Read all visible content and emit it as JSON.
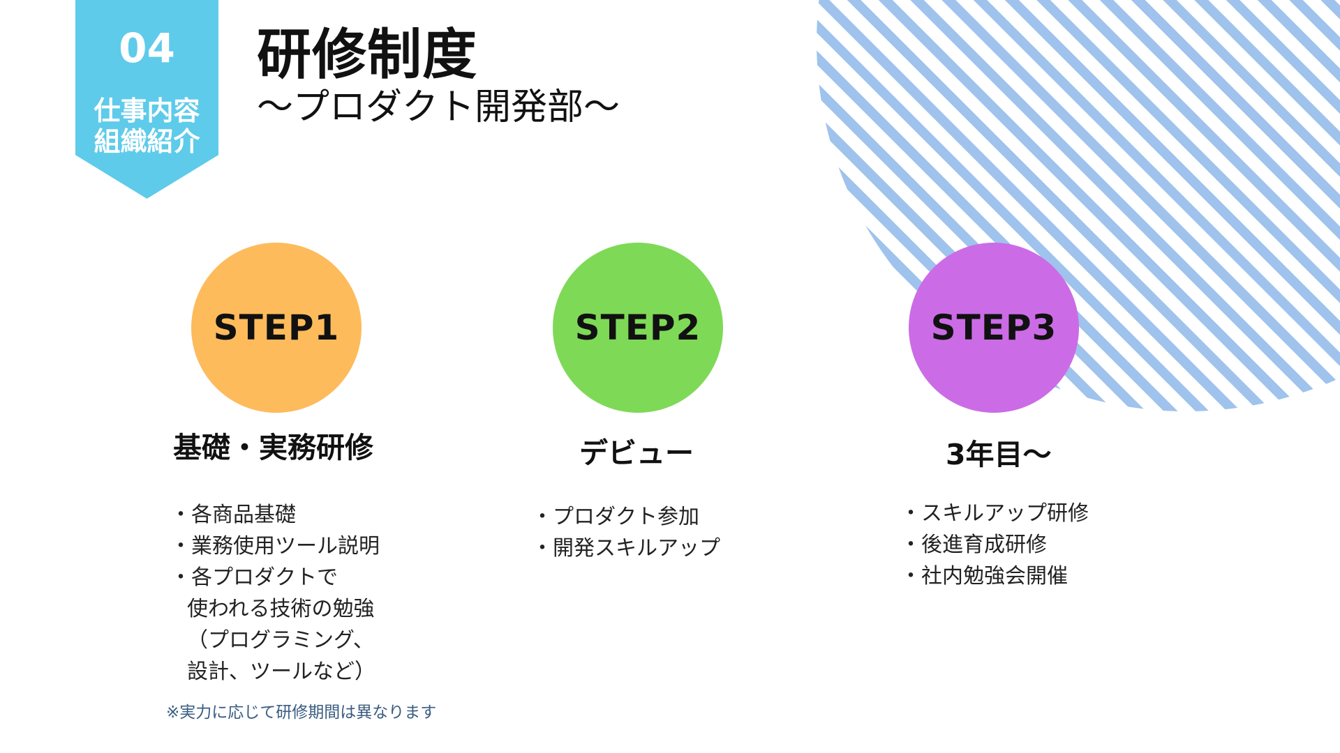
{
  "header": {
    "section_number": "04",
    "section_label_line1": "仕事内容",
    "section_label_line2": "組織紹介",
    "title": "研修制度",
    "subtitle": "～プロダクト開発部～"
  },
  "steps": [
    {
      "label": "STEP1",
      "color": "#fdbb5c",
      "title": "基礎・実務研修",
      "bullets": [
        "・各商品基礎",
        "・業務使用ツール説明",
        "・各プロダクトで",
        "使われる技術の勉強",
        "（プログラミング、",
        "設計、ツールなど）"
      ]
    },
    {
      "label": "STEP2",
      "color": "#7ed957",
      "title": "デビュー",
      "bullets": [
        "・プロダクト参加",
        "・開発スキルアップ"
      ]
    },
    {
      "label": "STEP3",
      "color": "#cb6ce6",
      "title": "3年目～",
      "bullets": [
        "・スキルアップ研修",
        "・後進育成研修",
        "・社内勉強会開催"
      ]
    }
  ],
  "note": "※実力に応じて研修期間は異なります",
  "colors": {
    "ribbon": "#5ecbea",
    "stripes": "#9fc3ec"
  }
}
